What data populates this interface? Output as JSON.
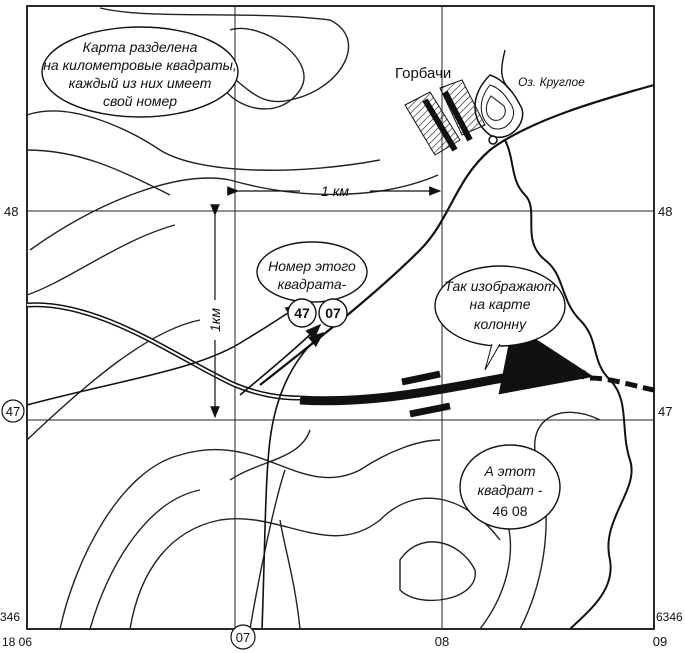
{
  "callouts": {
    "map_divided": [
      "Карта разделена",
      "на километровые квадраты,",
      "каждый из них имеет",
      "свой номер"
    ],
    "square_number": [
      "Номер этого",
      "квадрата-"
    ],
    "square_number_digits": [
      "47",
      "07"
    ],
    "column": [
      "Так изображают",
      "на карте",
      "колонну"
    ],
    "this_square": [
      "А этот",
      "квадрат -",
      "46 08"
    ]
  },
  "places": {
    "village": "Горбачи",
    "lake": "Оз. Круглое"
  },
  "scale": {
    "horizontal": "1 км",
    "vertical": "1км"
  },
  "grid_labels": {
    "left_48": "48",
    "right_48": "48",
    "left_47": "47",
    "right_47": "47",
    "bottom_left_corner": "346",
    "bottom_left_easting": "18 06",
    "bottom_07": "07",
    "bottom_08": "08",
    "bottom_09": "09",
    "bottom_right_corner": "6346"
  }
}
